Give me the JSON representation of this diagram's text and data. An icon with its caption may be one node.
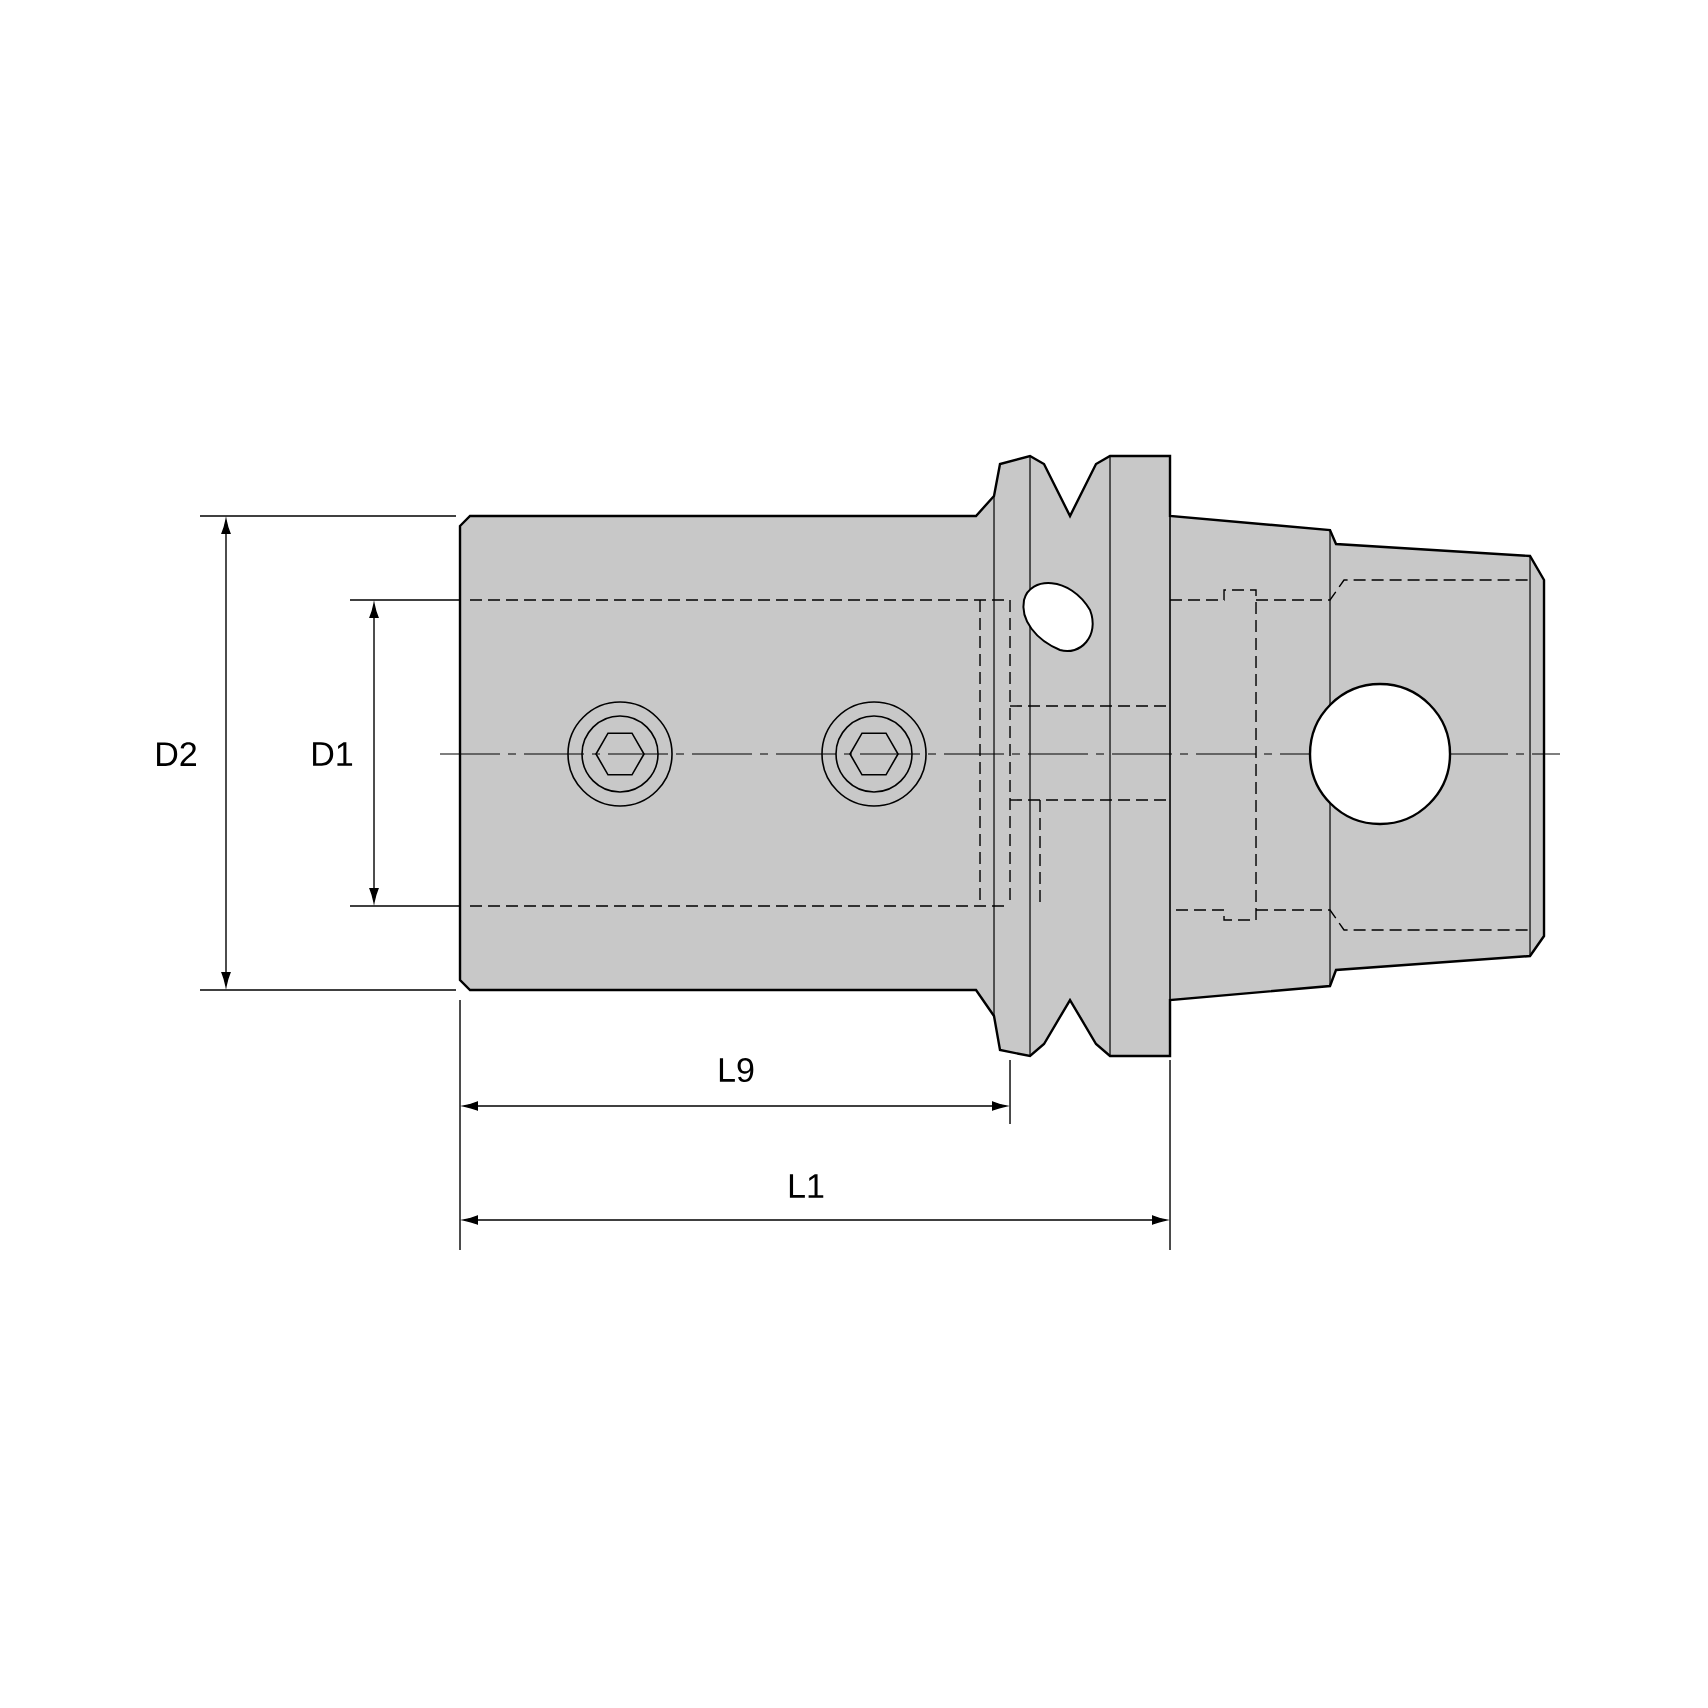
{
  "diagram": {
    "labels": [
      "D2",
      "D1",
      "L9",
      "L1"
    ]
  }
}
